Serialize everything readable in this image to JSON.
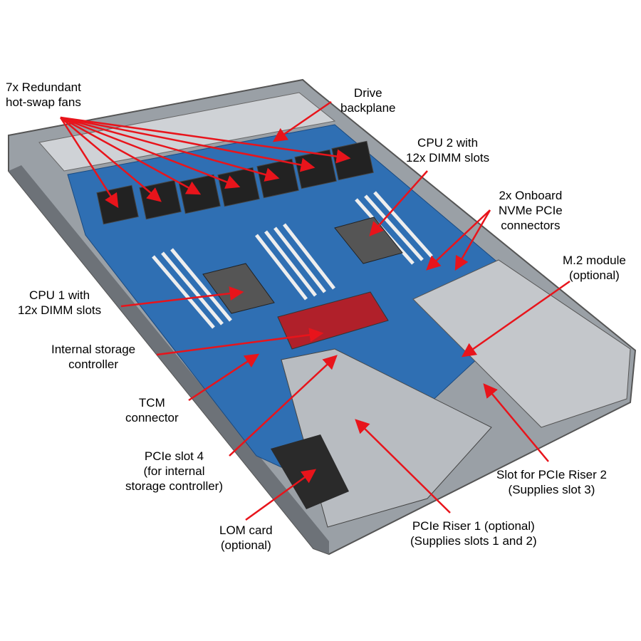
{
  "colors": {
    "arrow": "#e8141b",
    "board": "#2f6fb3",
    "chassis": "#8a8f96",
    "text": "#000000"
  },
  "labels": {
    "fans": [
      "7x Redundant",
      "hot-swap fans"
    ],
    "backplane": [
      "Drive",
      "backplane"
    ],
    "cpu2": [
      "CPU 2 with",
      "12x DIMM slots"
    ],
    "nvme": [
      "2x Onboard",
      "NVMe PCIe",
      "connectors"
    ],
    "m2": [
      "M.2 module",
      "(optional)"
    ],
    "cpu1": [
      "CPU 1 with",
      "12x DIMM slots"
    ],
    "storage": [
      "Internal storage",
      "controller"
    ],
    "tcm": [
      "TCM",
      "connector"
    ],
    "slot4": [
      "PCIe slot 4",
      "(for internal",
      "storage controller)"
    ],
    "lom": [
      "LOM card",
      "(optional)"
    ],
    "riser1": [
      "PCIe Riser 1 (optional)",
      "(Supplies slots 1 and 2)"
    ],
    "riser2": [
      "Slot for PCIe Riser 2",
      "(Supplies slot 3)"
    ]
  }
}
